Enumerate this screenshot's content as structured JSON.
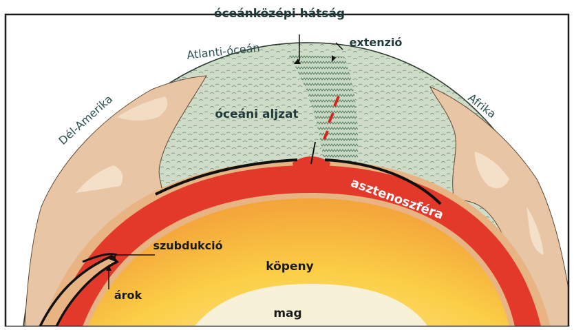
{
  "labels": {
    "mid_ocean_ridge": "óceánközépi hátság",
    "extension": "extenzió",
    "atlantic_ocean": "Atlanti-óceán",
    "south_america": "Dél-Amerika",
    "africa": "Afrika",
    "ocean_floor": "óceáni aljzat",
    "asthenosphere": "asztenoszféra",
    "subduction": "szubdukció",
    "mantle": "köpeny",
    "trench": "árok",
    "core": "mag"
  },
  "colors": {
    "frame_border": "#1a1a1a",
    "ocean_surface": "#cfdcc7",
    "continent": "#e8c5a4",
    "asthenosphere": "#e2392b",
    "lithosphere_rim": "#e9b483",
    "mantle_outer": "#f0a43c",
    "mantle_inner": "#fbd44a",
    "core": "#f7f1d7",
    "plate_line": "#111111"
  }
}
